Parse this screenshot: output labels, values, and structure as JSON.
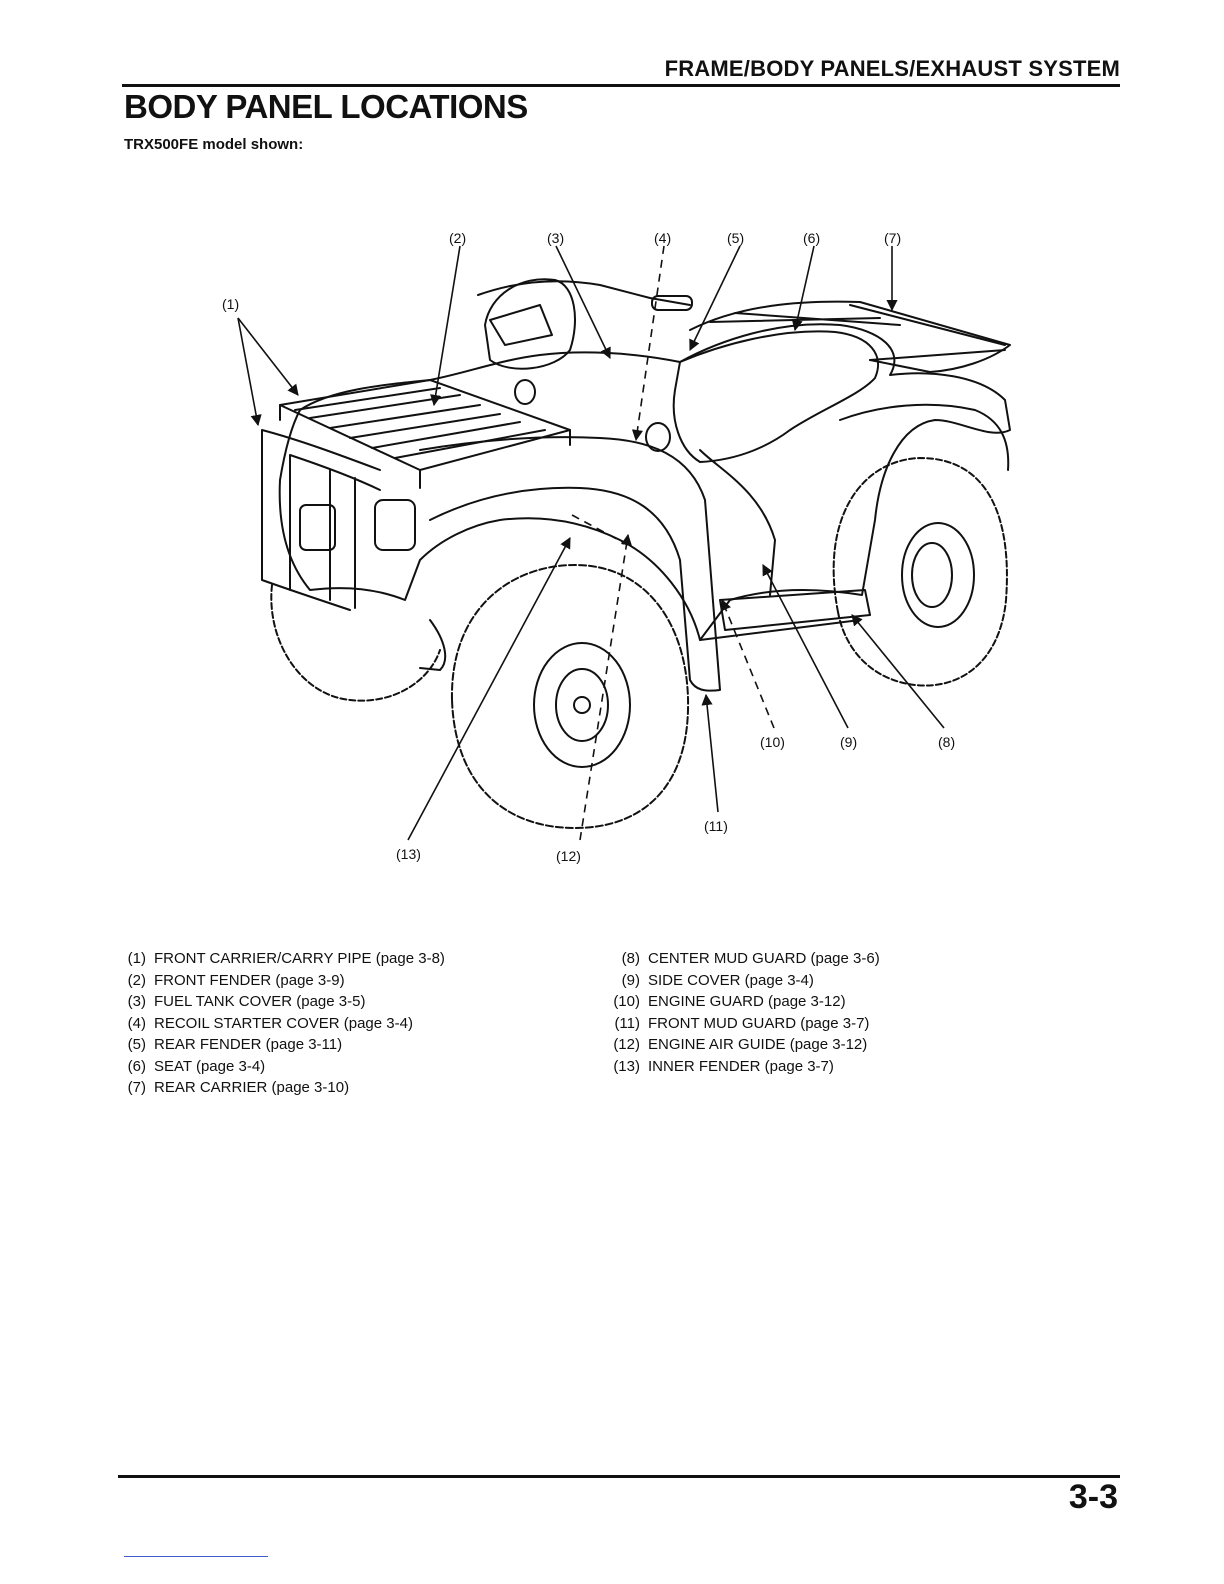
{
  "header": {
    "section": "FRAME/BODY PANELS/EXHAUST SYSTEM",
    "title": "BODY PANEL LOCATIONS",
    "subtitle": "TRX500FE model shown:"
  },
  "callouts": [
    "(1)",
    "(2)",
    "(3)",
    "(4)",
    "(5)",
    "(6)",
    "(7)",
    "(8)",
    "(9)",
    "(10)",
    "(11)",
    "(12)",
    "(13)"
  ],
  "legend": [
    {
      "num": "(1)",
      "text": "FRONT CARRIER/CARRY PIPE (page 3-8)"
    },
    {
      "num": "(2)",
      "text": "FRONT FENDER (page 3-9)"
    },
    {
      "num": "(3)",
      "text": "FUEL TANK COVER (page 3-5)"
    },
    {
      "num": "(4)",
      "text": "RECOIL STARTER COVER (page 3-4)"
    },
    {
      "num": "(5)",
      "text": "REAR FENDER (page 3-11)"
    },
    {
      "num": "(6)",
      "text": "SEAT (page 3-4)"
    },
    {
      "num": "(7)",
      "text": "REAR CARRIER (page 3-10)"
    },
    {
      "num": "(8)",
      "text": "CENTER MUD GUARD (page 3-6)"
    },
    {
      "num": "(9)",
      "text": "SIDE COVER (page 3-4)"
    },
    {
      "num": "(10)",
      "text": "ENGINE GUARD (page 3-12)"
    },
    {
      "num": "(11)",
      "text": "FRONT MUD GUARD (page 3-7)"
    },
    {
      "num": "(12)",
      "text": "ENGINE AIR GUIDE (page 3-12)"
    },
    {
      "num": "(13)",
      "text": "INNER FENDER (page 3-7)"
    }
  ],
  "page_number": "3-3"
}
